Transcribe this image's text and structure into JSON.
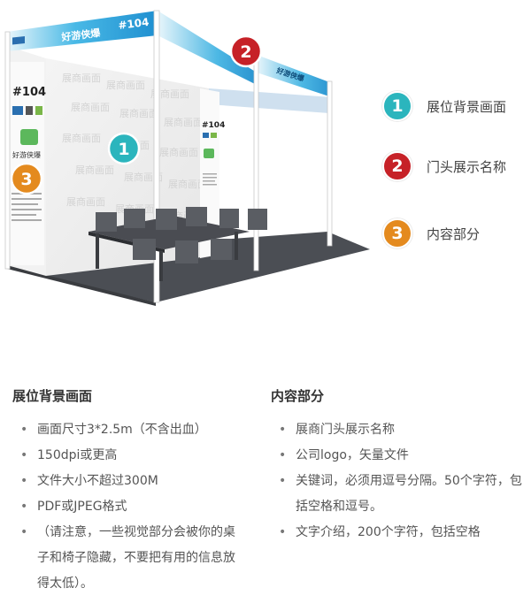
{
  "booth": {
    "number": "#104",
    "header_slogan": "好游侠爆",
    "side_header_slogan": "好游侠爆",
    "watermark": "展商画面",
    "panel_brand": "好游侠爆",
    "markers": [
      {
        "num": "1",
        "color": "#2BB5BD"
      },
      {
        "num": "2",
        "color": "#C62127"
      },
      {
        "num": "3",
        "color": "#E48A1E"
      }
    ]
  },
  "legend": [
    {
      "num": "1",
      "label": "展位背景画面",
      "color": "#2BB5BD"
    },
    {
      "num": "2",
      "label": "门头展示名称",
      "color": "#C62127"
    },
    {
      "num": "3",
      "label": "内容部分",
      "color": "#E48A1E"
    }
  ],
  "left_section": {
    "title": "展位背景画面",
    "items": [
      "画面尺寸3*2.5m（不含出血）",
      "150dpi或更高",
      "文件大小不超过300M",
      "PDF或JPEG格式",
      "（请注意，一些视觉部分会被你的桌子和椅子隐藏，不要把有用的信息放得太低）。"
    ]
  },
  "right_section": {
    "title": "内容部分",
    "items": [
      "展商门头展示名称",
      "公司logo，矢量文件",
      "关键词，必须用逗号分隔。50个字符，包括空格和逗号。",
      "文字介绍，200个字符，包括空格"
    ]
  }
}
